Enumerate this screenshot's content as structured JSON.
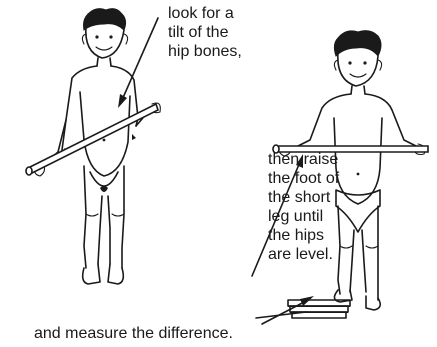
{
  "captions": {
    "look": "look for a\ntilt of the\nhip bones,",
    "raise": "then raise\nthe foot of\nthe short\nleg until\nthe hips\nare level.",
    "measure": "and measure the difference."
  }
}
